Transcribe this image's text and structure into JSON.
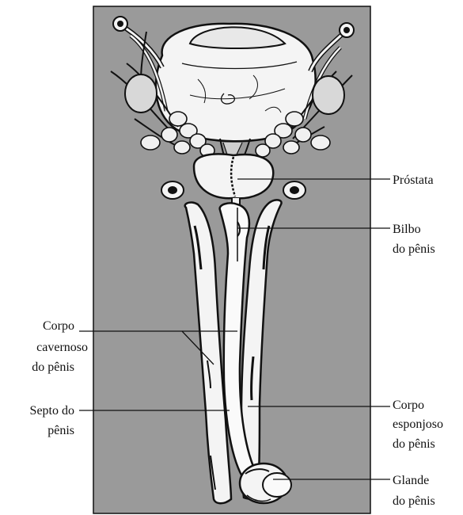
{
  "labels": {
    "prostata": "Próstata",
    "bulbo_1": "Bilbo",
    "bulbo_2": "do pênis",
    "cavernoso_1": "Corpo",
    "cavernoso_2": "cavernoso",
    "cavernoso_3": "do pênis",
    "septo_1": "Septo do",
    "septo_2": "pênis",
    "esponjoso_1": "Corpo",
    "esponjoso_2": "esponjoso",
    "esponjoso_3": "do pênis",
    "glande_1": "Glande",
    "glande_2": "do pênis"
  },
  "colors": {
    "background_panel": "#9a9a9a",
    "outline": "#111111",
    "tissue": "#f4f4f4"
  }
}
